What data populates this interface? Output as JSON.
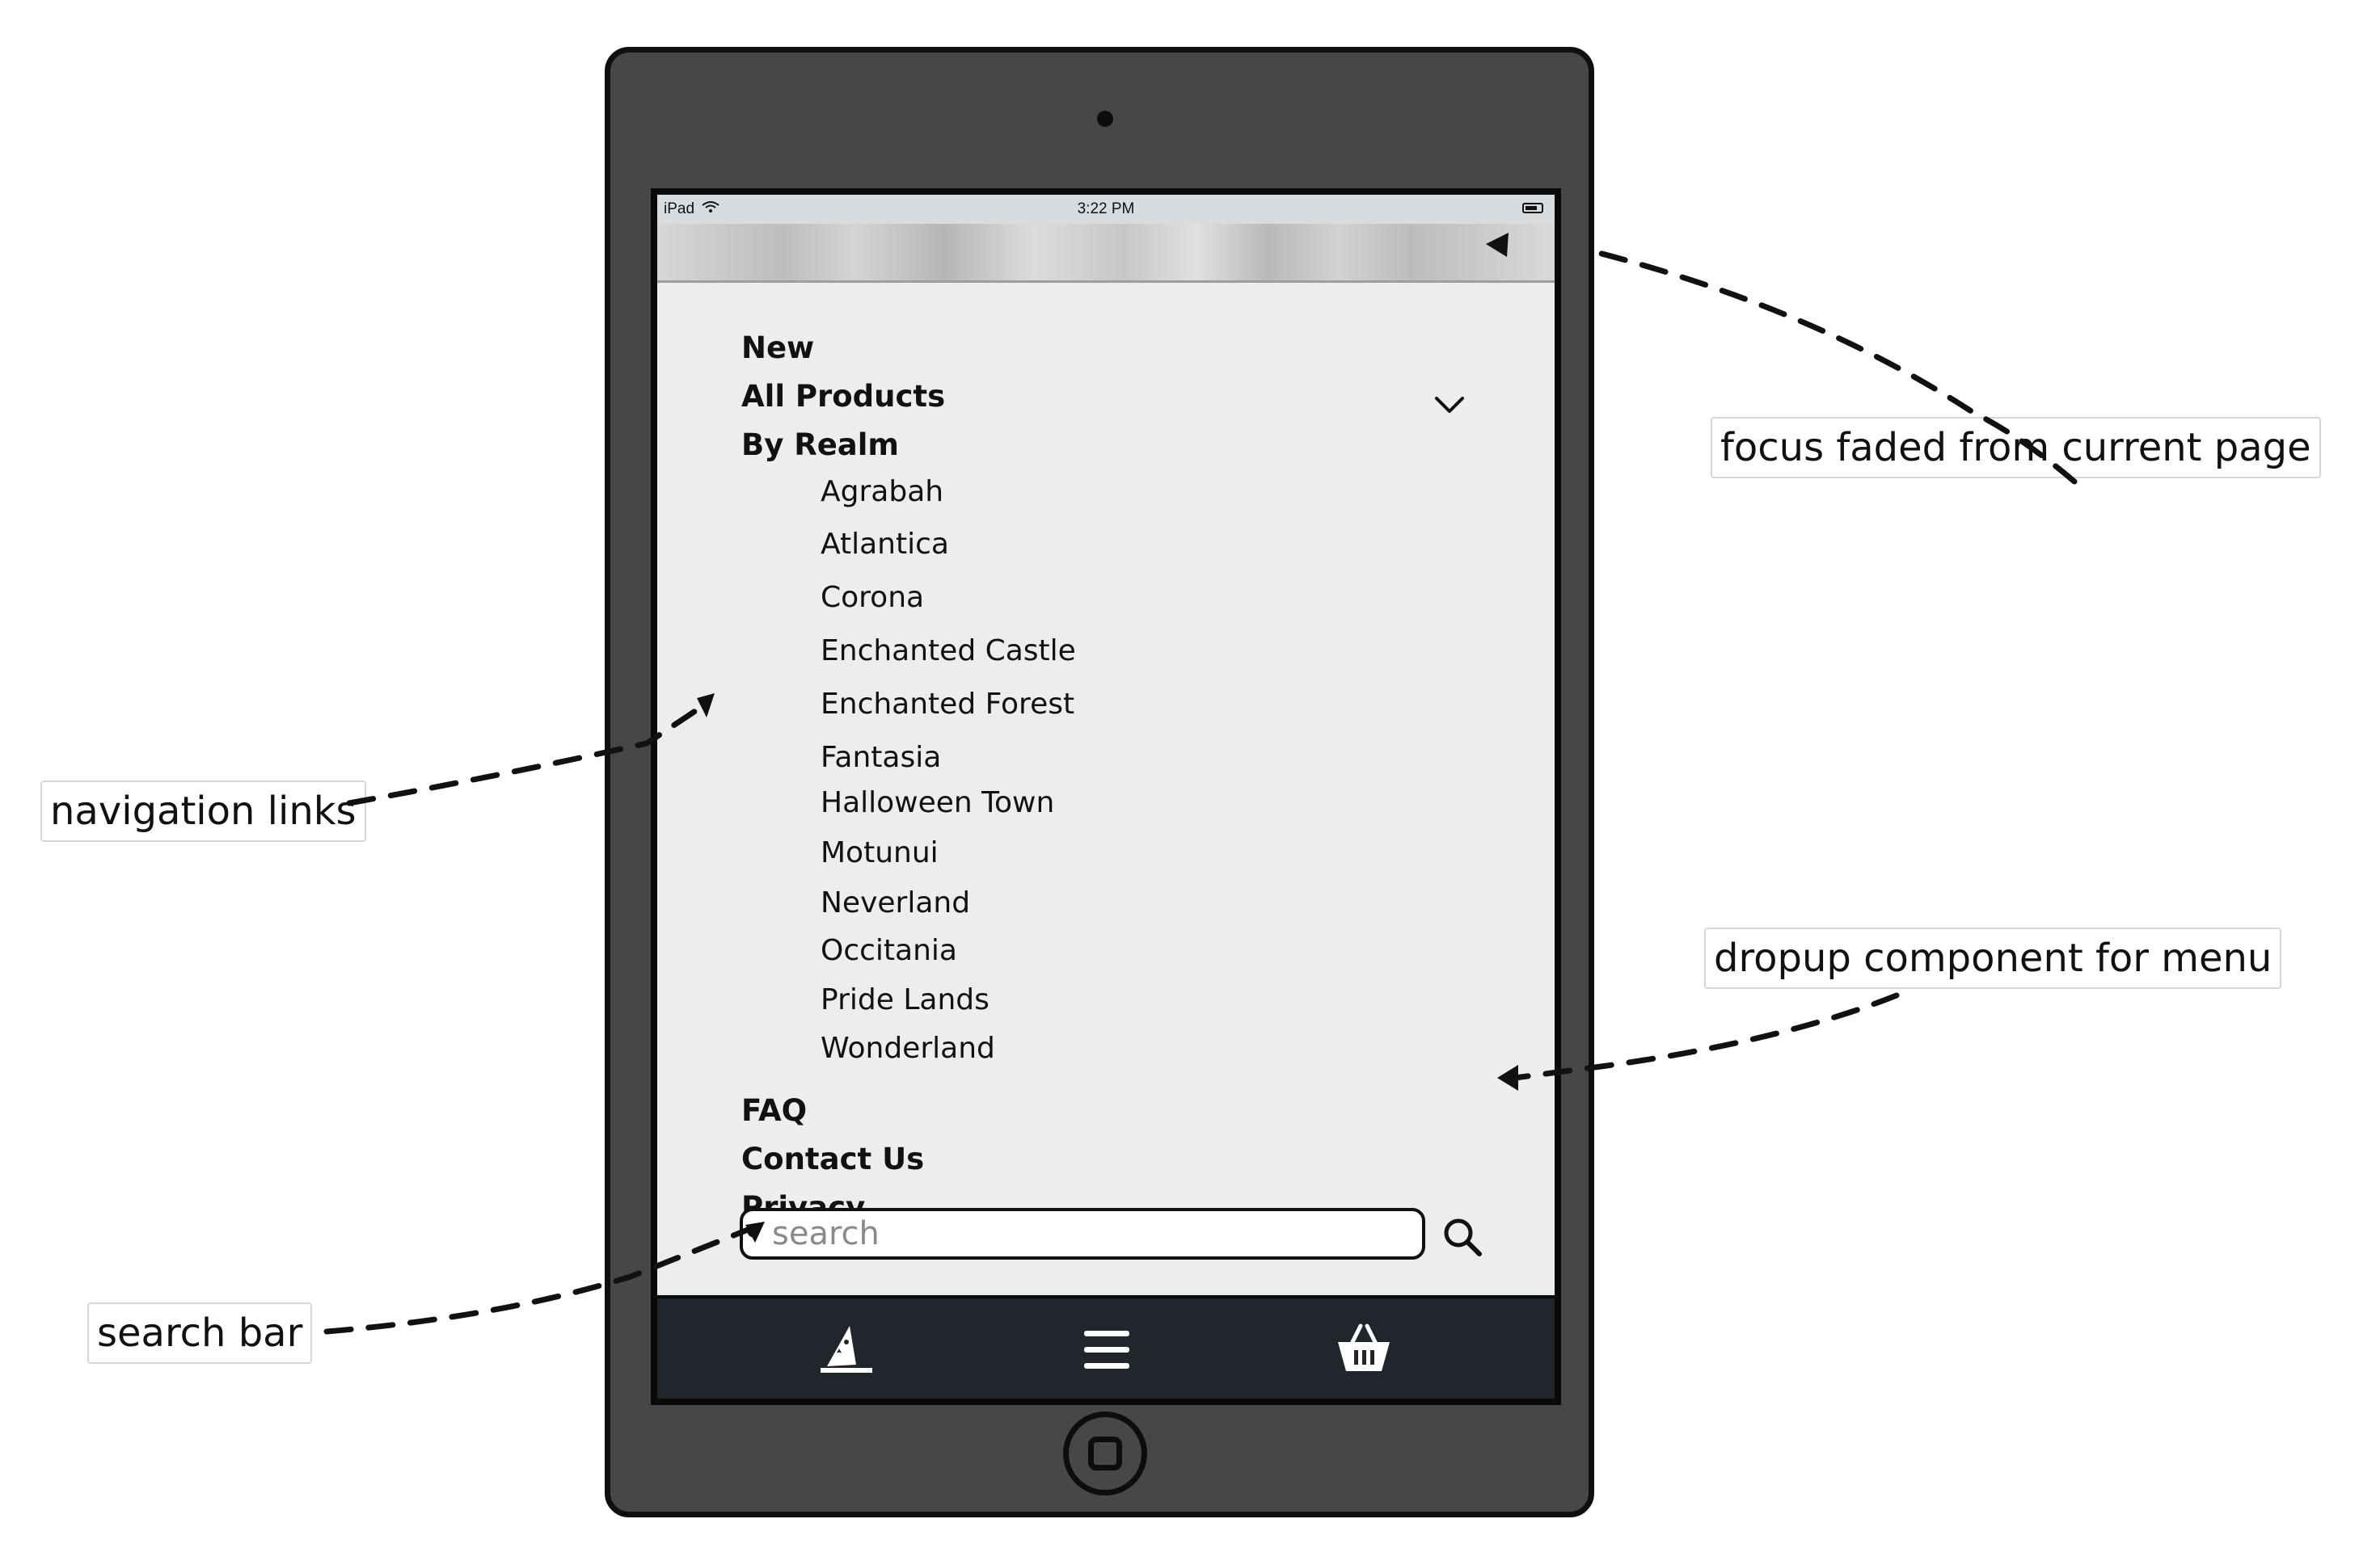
{
  "status_bar": {
    "carrier": "iPad",
    "time": "3:22 PM"
  },
  "menu": {
    "top_items": [
      {
        "label": "New"
      },
      {
        "label": "All Products"
      },
      {
        "label": "By Realm"
      }
    ],
    "realms": [
      "Agrabah",
      "Atlantica",
      "Corona",
      "Enchanted Castle",
      "Enchanted Forest",
      "Fantasia",
      "Halloween Town",
      "Motunui",
      "Neverland",
      "Occitania",
      "Pride Lands",
      "Wonderland"
    ],
    "bottom_items": [
      {
        "label": "FAQ"
      },
      {
        "label": "Contact Us"
      },
      {
        "label": "Privacy"
      }
    ]
  },
  "search": {
    "placeholder": "search"
  },
  "tab_bar": {
    "icons": [
      "wizard-hat-icon",
      "hamburger-menu-icon",
      "shopping-basket-icon"
    ]
  },
  "annotations": {
    "focus": "focus faded from current page",
    "nav": "navigation links",
    "dropup": "dropup component for menu",
    "search": "search bar"
  }
}
